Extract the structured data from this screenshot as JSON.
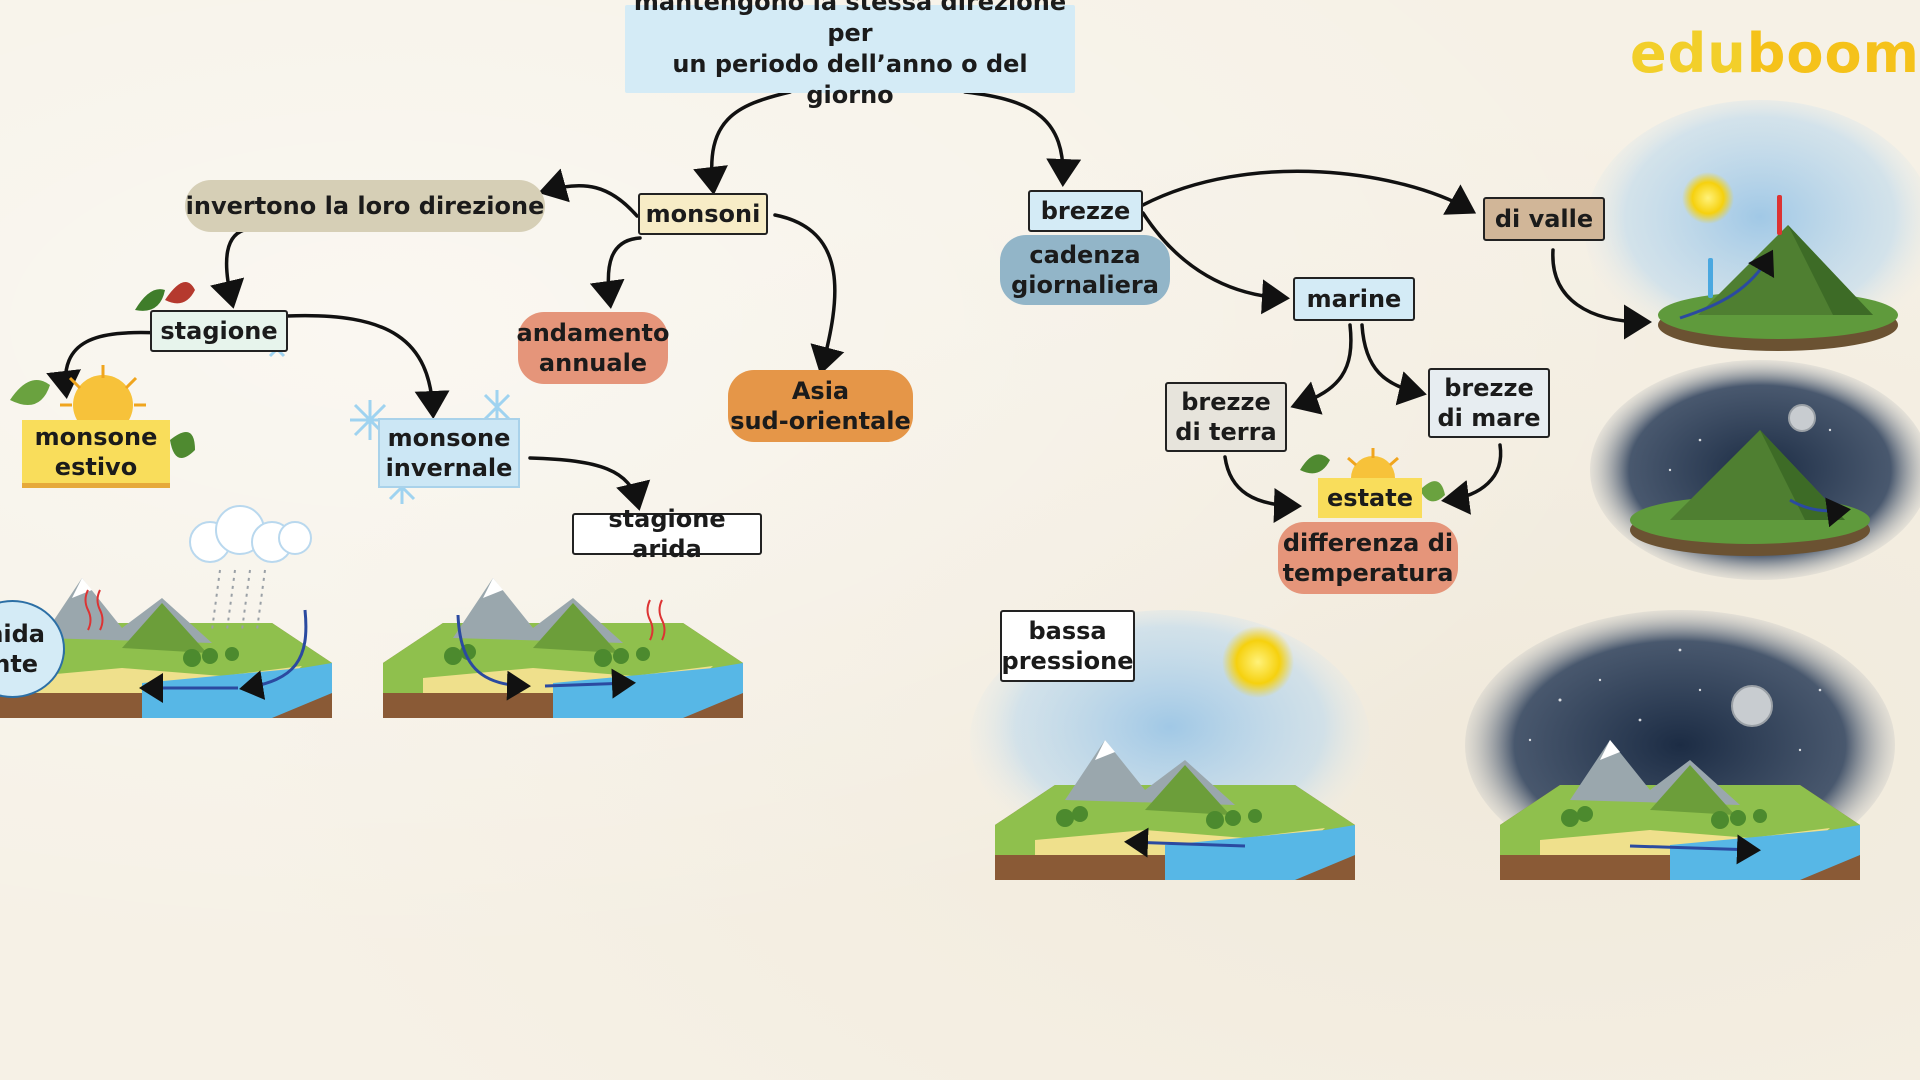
{
  "logo": {
    "part1": "edu",
    "part2": "boom"
  },
  "colors": {
    "background": "#f6f1e6",
    "blue_tag": "#d4ebf6",
    "cream_tag": "#f7ecc6",
    "gray_blob": "#d6cfb6",
    "salmon_blob": "#e5957a",
    "orange_blob": "#e59648",
    "steel_blob": "#92b5c8",
    "tan_tag": "#d1b698",
    "yellow_tag": "#f9dd5b",
    "ice_tag": "#cce7f5",
    "arrow": "#111111"
  },
  "nodes": {
    "top": "mantengono la stessa direzione per\nun periodo dell’anno o del giorno",
    "monsoni": "monsoni",
    "invertono": "invertono la loro direzione",
    "stagione": "stagione",
    "monsone_estivo": "monsone\nestivo",
    "monsone_invernale": "monsone\ninvernale",
    "stagione_arida": "stagione arida",
    "andamento_annuale": "andamento\nannuale",
    "asia": "Asia\nsud-orientale",
    "umida_partial": "nida\nnte",
    "brezze": "brezze",
    "cadenza": "cadenza\ngiornaliera",
    "di_valle": "di valle",
    "marine": "marine",
    "brezze_terra": "brezze\ndi terra",
    "brezze_mare": "brezze\ndi mare",
    "estate": "estate",
    "differenza": "differenza di\ntemperatura",
    "bassa_pressione": "bassa\npressione"
  },
  "icons": {
    "leaves": "leaves-icon",
    "sun": "sun-icon",
    "snowflake": "snowflake-icon",
    "cloud_rain": "rain-cloud-icon",
    "moon": "moon-icon",
    "thermometer": "thermometer-icon"
  }
}
